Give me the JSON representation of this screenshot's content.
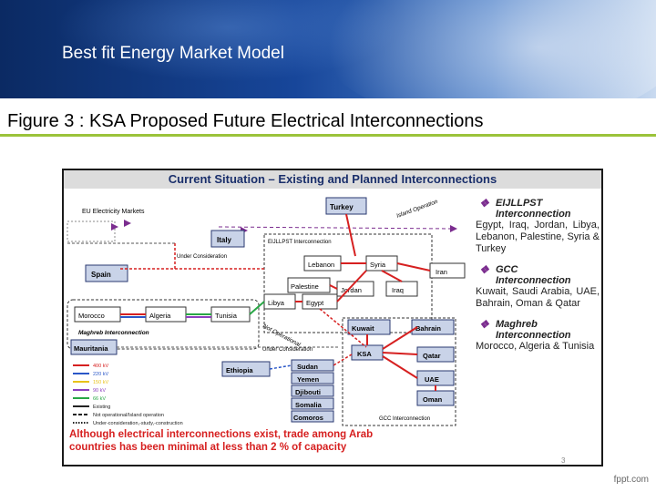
{
  "header": {
    "deck_title": "Best fit Energy Market Model"
  },
  "figure": {
    "title": "Figure 3 : KSA Proposed Future Electrical Interconnections"
  },
  "panel": {
    "title": "Current Situation – Existing and Planned Interconnections",
    "caption_line1": "Although electrical interconnections exist, trade among Arab",
    "caption_line2": "countries has been minimal at less than 2 % of capacity",
    "page_number": "3"
  },
  "map": {
    "eu_label": "EU Electricity Markets",
    "under_consideration_1": "Under Consideration",
    "under_consideration_2": "Under Consideration",
    "island_operation": "Island Operation",
    "not_operational": "Not Operational",
    "eijllpst_box": "EIJLLPST Interconnection",
    "maghreb_box": "Maghreb Interconnection",
    "gcc_box": "GCC Interconnection",
    "countries": {
      "turkey": "Turkey",
      "italy": "Italy",
      "spain": "Spain",
      "lebanon": "Lebanon",
      "syria": "Syria",
      "iran": "Iran",
      "palestine": "Palestine",
      "jordan": "Jordan",
      "iraq": "Iraq",
      "libya": "Libya",
      "egypt": "Egypt",
      "morocco": "Morocco",
      "algeria": "Algeria",
      "tunisia": "Tunisia",
      "mauritania": "Mauritania",
      "kuwait": "Kuwait",
      "bahrain": "Bahrain",
      "ksa": "KSA",
      "qatar": "Qatar",
      "uae": "UAE",
      "oman": "Oman",
      "ethiopia": "Ethiopia",
      "sudan": "Sudan",
      "yemen": "Yemen",
      "djibouti": "Djibouti",
      "somalia": "Somalia",
      "comoros": "Comoros"
    },
    "legend": [
      {
        "label": "400 kV",
        "color": "#d62020"
      },
      {
        "label": "220 kV",
        "color": "#2a57c8"
      },
      {
        "label": "150 kV",
        "color": "#e8c21a"
      },
      {
        "label": "90 kV",
        "color": "#8b3fbf"
      },
      {
        "label": "66 kV",
        "color": "#28a745"
      },
      {
        "label": "Existing",
        "color": "#222222"
      },
      {
        "label": "Not operational/Island operation",
        "color": "#222222"
      },
      {
        "label": "Under-consideration,-study,-construction",
        "color": "#222222"
      }
    ]
  },
  "sidebar": [
    {
      "title": "EIJLLPST",
      "subtitle": "Interconnection",
      "body": "Egypt, Iraq, Jordan, Libya, Lebanon, Palestine, Syria & Turkey"
    },
    {
      "title": "GCC",
      "subtitle": "Interconnection",
      "body": "Kuwait, Saudi Arabia, UAE, Bahrain, Oman & Qatar"
    },
    {
      "title": "Maghreb",
      "subtitle": "Interconnection",
      "body": "Morocco, Algeria & Tunisia"
    }
  ],
  "watermark": "fppt.com"
}
